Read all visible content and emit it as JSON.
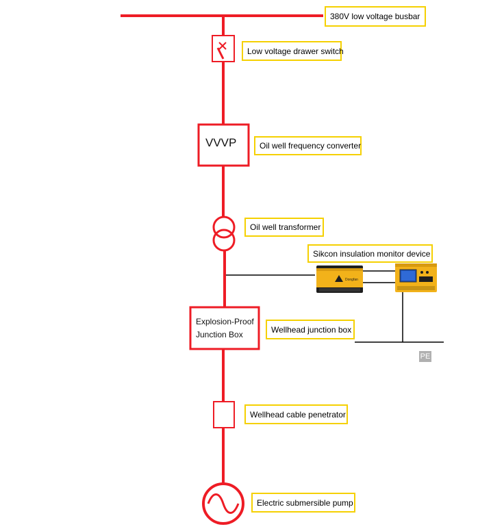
{
  "labels": {
    "busbar": "380V low voltage busbar",
    "drawer_switch": "Low voltage drawer switch",
    "frequency_converter": "Oil well frequency converter",
    "transformer": "Oil well transformer",
    "insulation_monitor": "Sikcon insulation monitor device",
    "wellhead_junction_box": "Wellhead junction box",
    "cable_penetrator": "Wellhead cable penetrator",
    "pump": "Electric submersible pump"
  },
  "boxes": {
    "vvvp": "VVVP",
    "junction_line1": "Explosion-Proof",
    "junction_line2": "Junction Box"
  },
  "pe": "PE",
  "device_text": "Dongfan",
  "colors": {
    "power_line": "#ee1c25",
    "label_border": "#f5d000",
    "device_body": "#f2b21a",
    "signal_line": "#000000"
  }
}
